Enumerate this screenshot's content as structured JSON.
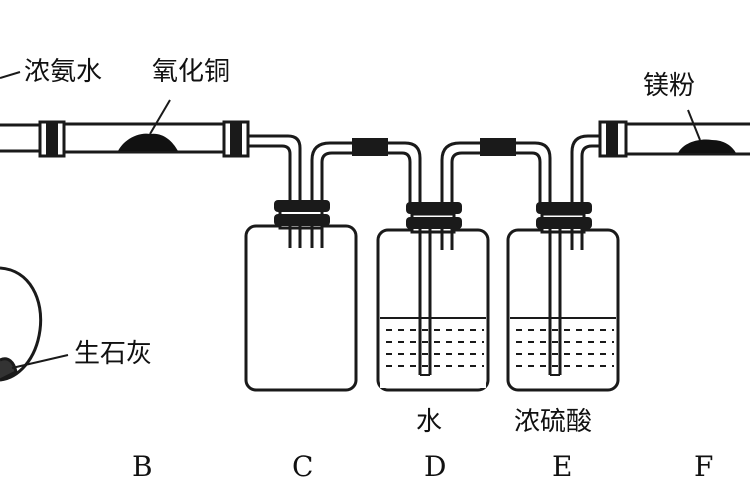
{
  "labels": {
    "ammonia": "浓氨水",
    "copper_oxide": "氧化铜",
    "magnesium": "镁粉",
    "quicklime": "生石灰",
    "water": "水",
    "sulfuric_acid": "浓硫酸"
  },
  "letters": [
    "B",
    "C",
    "D",
    "E",
    "F"
  ],
  "colors": {
    "stroke": "#1a1a1a",
    "fill": "#ffffff",
    "solid": "#111111"
  }
}
